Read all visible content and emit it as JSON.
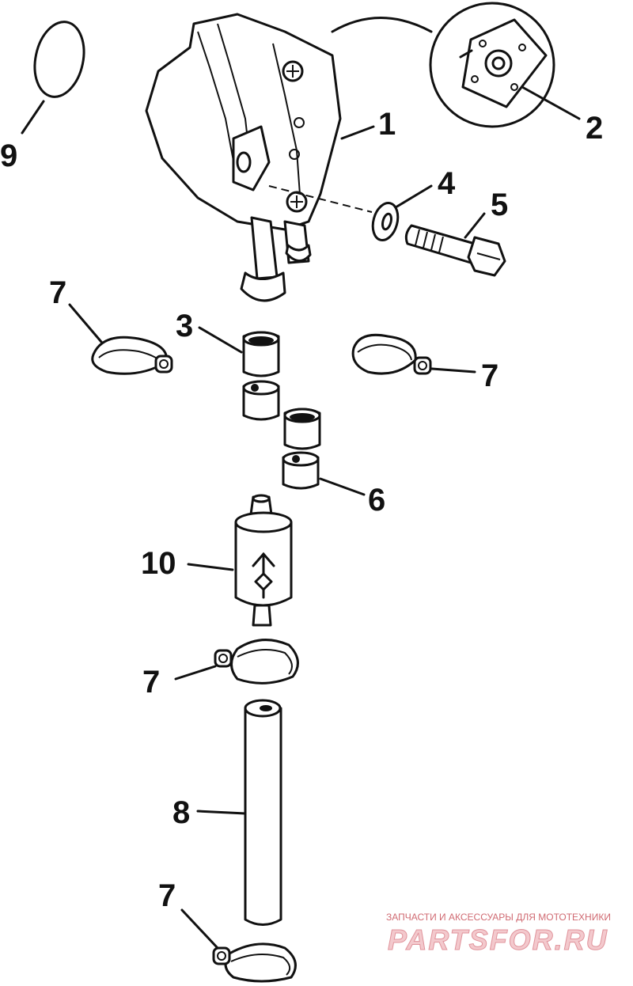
{
  "callouts": {
    "c1": "1",
    "c2": "2",
    "c3": "3",
    "c4": "4",
    "c5": "5",
    "c6": "6",
    "c7a": "7",
    "c7b": "7",
    "c7c": "7",
    "c7d": "7",
    "c8": "8",
    "c9": "9",
    "c10": "10"
  },
  "watermark": {
    "subtitle": "ЗАПЧАСТИ И АКСЕССУАРЫ ДЛЯ МОТОТЕХНИКИ",
    "brand": "PARTSFOR.RU"
  },
  "colors": {
    "ink": "#111111",
    "watermark": "#e0939b"
  }
}
